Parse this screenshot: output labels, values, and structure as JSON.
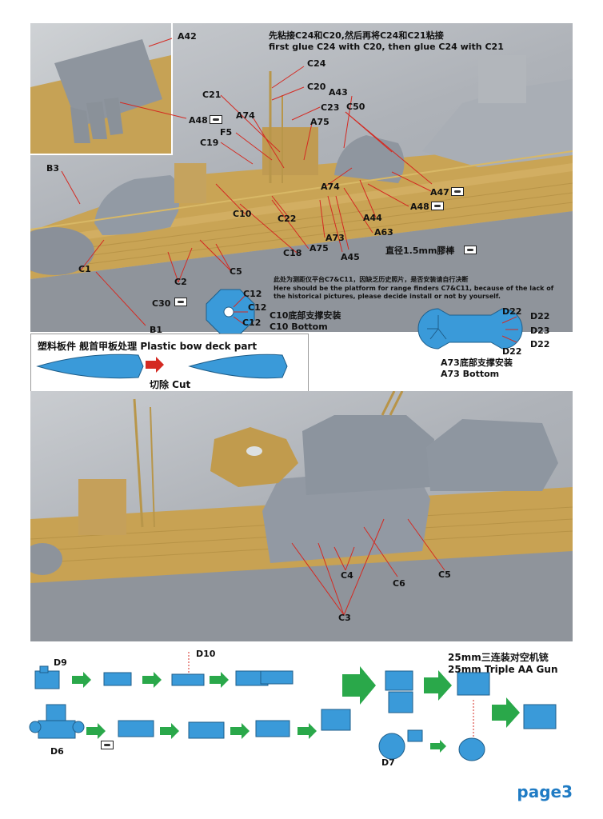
{
  "photo1": {
    "note_cn": "先粘接C24和C20,然后再将C24和C21粘接",
    "note_en": "first glue C24 with C20, then glue C24 with C21",
    "rangefinder_cn": "此处为测距仪平台C7&C11，因缺乏历史照片，是否安装请自行决断",
    "rangefinder_en1": "Here should be the platform for range finders C7&C11, because of the lack of",
    "rangefinder_en2": "the historical pictures, please decide install or not by yourself.",
    "rod_label": "直径1.5mm膠棒",
    "labels": {
      "A42": "A42",
      "A48a": "A48",
      "B3": "B3",
      "C24": "C24",
      "C20": "C20",
      "C21": "C21",
      "A43": "A43",
      "C23": "C23",
      "C50": "C50",
      "A74a": "A74",
      "A75a": "A75",
      "F5": "F5",
      "C19": "C19",
      "A74b": "A74",
      "A47": "A47",
      "A48b": "A48",
      "C10": "C10",
      "C22": "C22",
      "A44": "A44",
      "A73": "A73",
      "A63": "A63",
      "C18": "C18",
      "A75b": "A75",
      "A45": "A45",
      "C5": "C5",
      "C1": "C1",
      "C2": "C2",
      "C30": "C30",
      "B1": "B1"
    }
  },
  "c10": {
    "parts": [
      "C12",
      "C12",
      "C12"
    ],
    "caption_cn": "C10底部支撑安装",
    "caption_en": "C10 Bottom"
  },
  "a73": {
    "parts": [
      "D22",
      "D22",
      "D23",
      "D22",
      "D22"
    ],
    "caption_cn": "A73底部支撑安装",
    "caption_en": "A73 Bottom"
  },
  "bow": {
    "title": "塑料板件 舰首甲板处理 Plastic bow deck part",
    "cut": "切除 Cut"
  },
  "photo2": {
    "labels": {
      "C4": "C4",
      "C6": "C6",
      "C5": "C5",
      "C3": "C3"
    }
  },
  "aa_gun": {
    "title_cn": "25mm三连装对空机铳",
    "title_en": "25mm Triple AA Gun",
    "parts": {
      "D9": "D9",
      "D10": "D10",
      "D6": "D6",
      "D7": "D7"
    }
  },
  "page": "page3",
  "colors": {
    "part_blue": "#3a9ad9",
    "arrow_green": "#2aa84a",
    "leader_red": "#d42a22",
    "page_blue": "#1f7bc4"
  }
}
